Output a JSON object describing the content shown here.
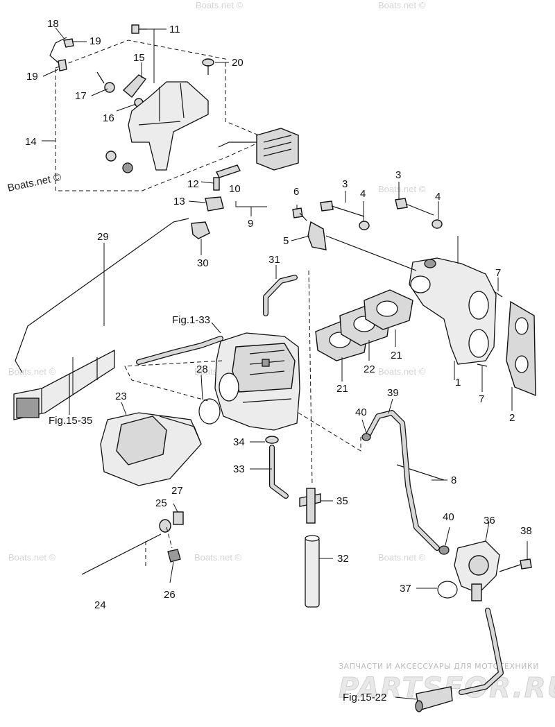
{
  "callouts": [
    {
      "id": "c1",
      "label": "1"
    },
    {
      "id": "c2",
      "label": "2"
    },
    {
      "id": "c3a",
      "label": "3"
    },
    {
      "id": "c3b",
      "label": "3"
    },
    {
      "id": "c4a",
      "label": "4"
    },
    {
      "id": "c4b",
      "label": "4"
    },
    {
      "id": "c5",
      "label": "5"
    },
    {
      "id": "c6",
      "label": "6"
    },
    {
      "id": "c7a",
      "label": "7"
    },
    {
      "id": "c7b",
      "label": "7"
    },
    {
      "id": "c8",
      "label": "8"
    },
    {
      "id": "c9",
      "label": "9"
    },
    {
      "id": "c10",
      "label": "10"
    },
    {
      "id": "c11",
      "label": "11"
    },
    {
      "id": "c12",
      "label": "12"
    },
    {
      "id": "c13",
      "label": "13"
    },
    {
      "id": "c14",
      "label": "14"
    },
    {
      "id": "c15",
      "label": "15"
    },
    {
      "id": "c16",
      "label": "16"
    },
    {
      "id": "c17",
      "label": "17"
    },
    {
      "id": "c18",
      "label": "18"
    },
    {
      "id": "c19a",
      "label": "19"
    },
    {
      "id": "c19b",
      "label": "19"
    },
    {
      "id": "c20",
      "label": "20"
    },
    {
      "id": "c21a",
      "label": "21"
    },
    {
      "id": "c21b",
      "label": "21"
    },
    {
      "id": "c22",
      "label": "22"
    },
    {
      "id": "c23",
      "label": "23"
    },
    {
      "id": "c24",
      "label": "24"
    },
    {
      "id": "c25",
      "label": "25"
    },
    {
      "id": "c26",
      "label": "26"
    },
    {
      "id": "c27",
      "label": "27"
    },
    {
      "id": "c28",
      "label": "28"
    },
    {
      "id": "c29",
      "label": "29"
    },
    {
      "id": "c30",
      "label": "30"
    },
    {
      "id": "c31",
      "label": "31"
    },
    {
      "id": "c32",
      "label": "32"
    },
    {
      "id": "c33",
      "label": "33"
    },
    {
      "id": "c34",
      "label": "34"
    },
    {
      "id": "c35",
      "label": "35"
    },
    {
      "id": "c36",
      "label": "36"
    },
    {
      "id": "c37",
      "label": "37"
    },
    {
      "id": "c38",
      "label": "38"
    },
    {
      "id": "c39",
      "label": "39"
    },
    {
      "id": "c40a",
      "label": "40"
    },
    {
      "id": "c40b",
      "label": "40"
    }
  ],
  "figure_refs": {
    "fig_1_33": "Fig.1-33",
    "fig_15_35": "Fig.15-35",
    "fig_15_22": "Fig.15-22"
  },
  "watermark": {
    "boats_net": "Boats.net ©",
    "brand": "PARTSFOR.RU",
    "brand_tagline": "ЗАПЧАСТИ И АКСЕССУАРЫ ДЛЯ МОТОТЕХНИКИ"
  }
}
